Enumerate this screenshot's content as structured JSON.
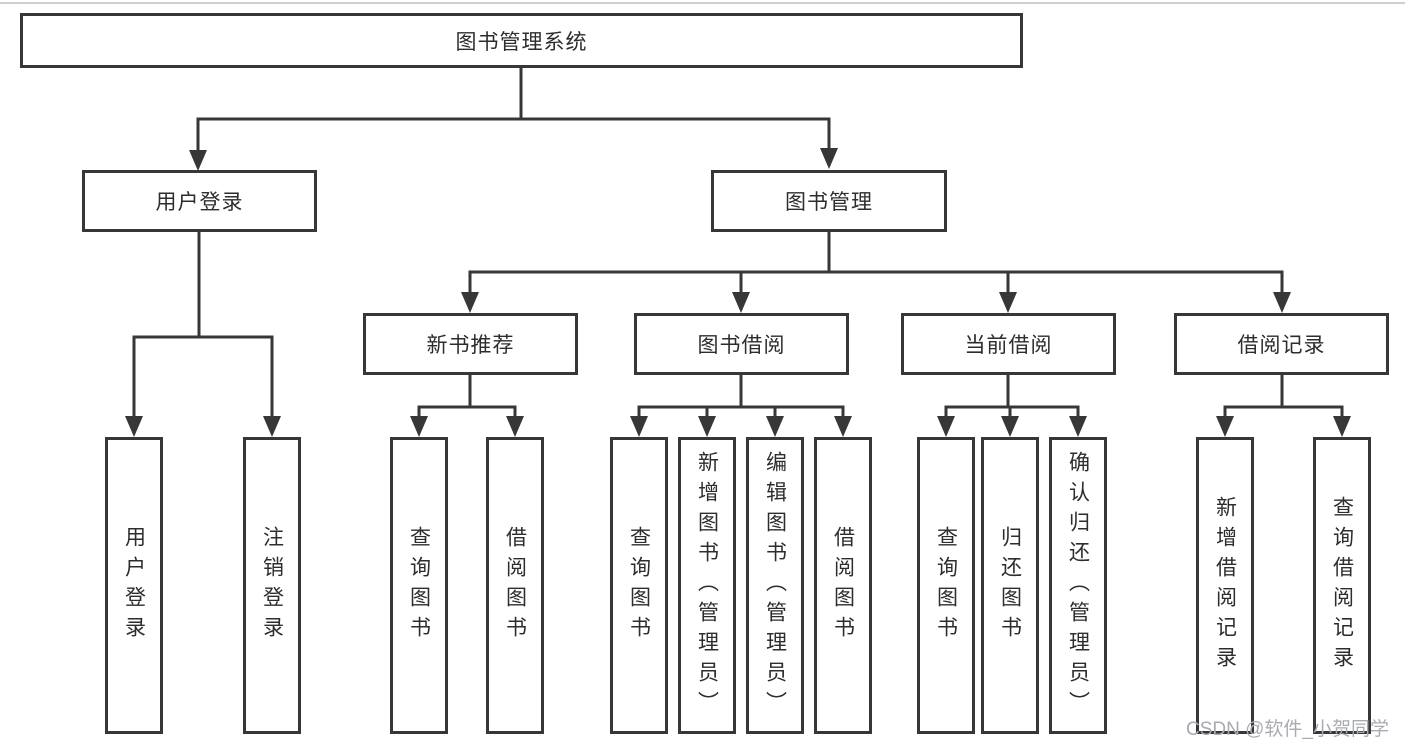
{
  "diagram_title": "图书管理系统",
  "colors": {
    "line": "#373737",
    "box_border": "#373737",
    "text": "#2d2d2d",
    "background": "#ffffff",
    "watermark_text_color": "#a9abb3"
  },
  "nodes": {
    "root": {
      "label": "图书管理系统"
    },
    "user_login_group": {
      "label": "用户登录"
    },
    "book_mgmt": {
      "label": "图书管理"
    },
    "new_book_rec": {
      "label": "新书推荐"
    },
    "book_borrow": {
      "label": "图书借阅"
    },
    "current_borrow": {
      "label": "当前借阅"
    },
    "borrow_record": {
      "label": "借阅记录"
    },
    "leaf_user_login": {
      "label": "用户登录"
    },
    "leaf_logout": {
      "label": "注销登录"
    },
    "leaf_query_book_1": {
      "label": "查询图书"
    },
    "leaf_borrow_book_1": {
      "label": "借阅图书"
    },
    "leaf_query_book_2": {
      "label": "查询图书"
    },
    "leaf_add_book_admin": {
      "label": "新增图书（管理员）"
    },
    "leaf_edit_book_admin": {
      "label": "编辑图书（管理员）"
    },
    "leaf_borrow_book_2": {
      "label": "借阅图书"
    },
    "leaf_query_book_3": {
      "label": "查询图书"
    },
    "leaf_return_book": {
      "label": "归还图书"
    },
    "leaf_confirm_return_admin": {
      "label": "确认归还（管理员）"
    },
    "leaf_add_borrow_record": {
      "label": "新增借阅记录"
    },
    "leaf_query_borrow_record": {
      "label": "查询借阅记录"
    }
  },
  "hierarchy": [
    {
      "parent": "root",
      "children": [
        "user_login_group",
        "book_mgmt"
      ]
    },
    {
      "parent": "user_login_group",
      "children": [
        "leaf_user_login",
        "leaf_logout"
      ]
    },
    {
      "parent": "book_mgmt",
      "children": [
        "new_book_rec",
        "book_borrow",
        "current_borrow",
        "borrow_record"
      ]
    },
    {
      "parent": "new_book_rec",
      "children": [
        "leaf_query_book_1",
        "leaf_borrow_book_1"
      ]
    },
    {
      "parent": "book_borrow",
      "children": [
        "leaf_query_book_2",
        "leaf_add_book_admin",
        "leaf_edit_book_admin",
        "leaf_borrow_book_2"
      ]
    },
    {
      "parent": "current_borrow",
      "children": [
        "leaf_query_book_3",
        "leaf_return_book",
        "leaf_confirm_return_admin"
      ]
    },
    {
      "parent": "borrow_record",
      "children": [
        "leaf_add_borrow_record",
        "leaf_query_borrow_record"
      ]
    }
  ],
  "watermark": {
    "text": "CSDN @软件_小贺同学"
  }
}
